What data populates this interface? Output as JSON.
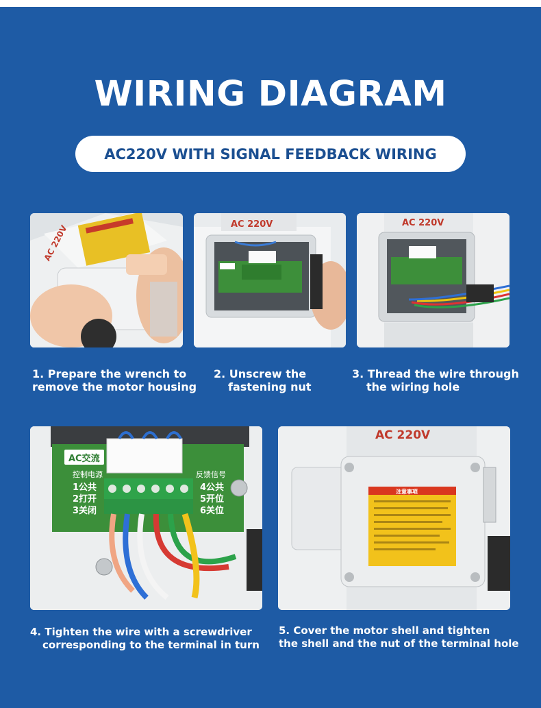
{
  "title": "WIRING DIAGRAM",
  "subtitle": "AC220V WITH SIGNAL FEEDBACK WIRING",
  "voltage_label": "AC  220V",
  "terminal_board": {
    "badge": "AC交流",
    "left_header": "控制电源",
    "left_lines": [
      "1公共",
      "2打开",
      "3关闭"
    ],
    "right_header": "反馈信号",
    "right_lines": [
      "4公共",
      "5开位",
      "6关位"
    ],
    "numbers": "1 2 3 4 5 6"
  },
  "warning_label": {
    "heading": "注意事项"
  },
  "colors": {
    "background": "#1e5ba5",
    "pill_text": "#1b4f91",
    "board_green": "#3d8f3a",
    "warning_yellow": "#f2c21b"
  },
  "steps": [
    {
      "line1": "1. Prepare the wrench to",
      "line2": "remove the motor housing"
    },
    {
      "line1": "2. Unscrew the",
      "line2": "fastening nut"
    },
    {
      "line1": "3. Thread the wire through",
      "line2": "the wiring hole"
    },
    {
      "line1": "4. Tighten the wire with a screwdriver",
      "line2": "corresponding to the terminal in turn"
    },
    {
      "line1": "5. Cover the motor shell and tighten",
      "line2": "the shell and the nut of the terminal hole"
    }
  ]
}
